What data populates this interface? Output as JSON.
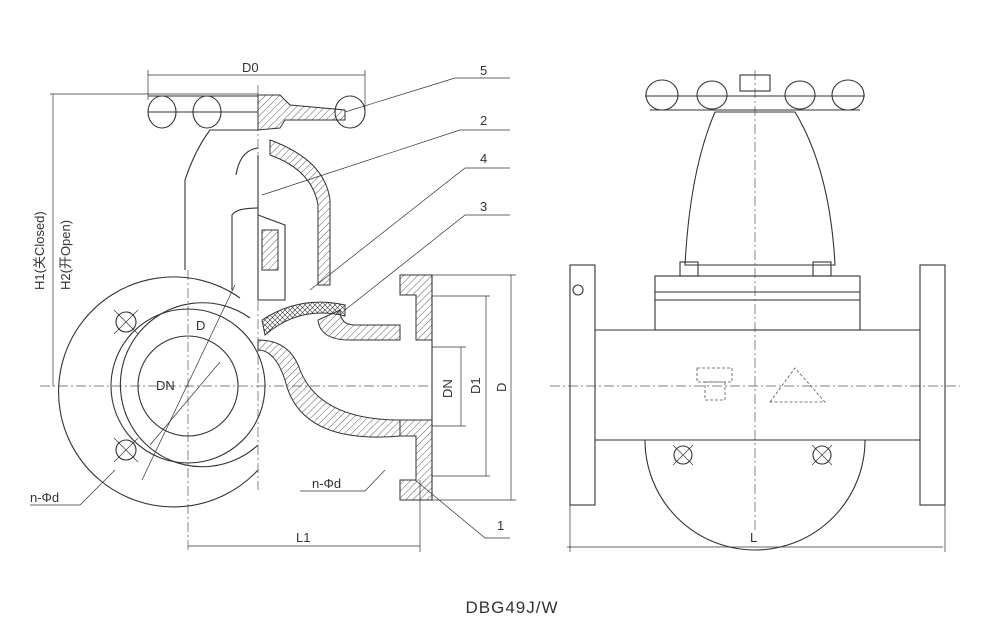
{
  "title": "DBG49J/W",
  "labels": {
    "d0": "D0",
    "h1": "H1(关Closed)",
    "h2": "H2(开Open)",
    "d_circle": "D",
    "dn_circle": "DN",
    "n_phi_d_left": "n-Φd",
    "n_phi_d_right": "n-Φd",
    "l1": "L1",
    "dn_vert": "DN",
    "d1_vert": "D1",
    "d_vert": "D",
    "l": "L"
  },
  "parts": [
    "5",
    "2",
    "4",
    "3",
    "1"
  ]
}
